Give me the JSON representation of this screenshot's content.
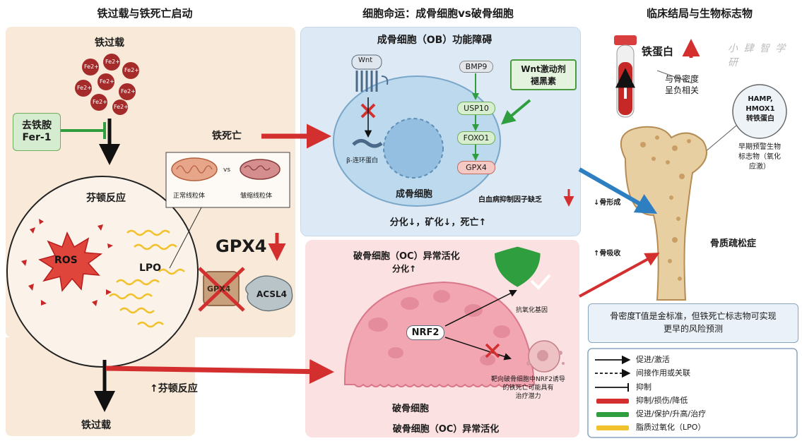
{
  "titles": {
    "left": "铁过载与铁死亡启动",
    "middle": "细胞命运：成骨细胞vs破骨细胞",
    "right": "临床结局与生物标志物"
  },
  "left": {
    "iron_overload_top": "铁过载",
    "fe_label": "Fe2+",
    "inhibitor_line1": "去铁胺",
    "inhibitor_line2": "Fer-1",
    "fenton_title": "芬顿反应",
    "ros": "ROS",
    "lpo": "LPO",
    "normal_mito": "正常线粒体",
    "vs": "vs",
    "shrunk_mito": "皱缩线粒体",
    "ferroptosis": "铁死亡",
    "gpx4_big": "GPX4",
    "gpx4_crossed": "GPX4",
    "acsl4": "ACSL4",
    "fenton_up": "↑芬顿反应",
    "iron_overload_bottom": "铁过载"
  },
  "ob": {
    "title": "成骨细胞（OB）功能障碍",
    "wnt": "Wnt",
    "beta_catenin": "β-连环蛋白",
    "bmp9": "BMP9",
    "usp10": "USP10",
    "foxo1": "FOXO1",
    "gpx4": "GPX4",
    "agonist_line1": "Wnt激动剂",
    "agonist_line2": "褪黑素",
    "cell_label": "成骨细胞",
    "hif": "白血病抑制因子缺乏",
    "bottom": "分化↓，矿化↓，死亡↑"
  },
  "oc": {
    "title": "破骨细胞（OC）异常活化",
    "diff": "分化↑",
    "nrf2": "NRF2",
    "antioxidant": "抗氧化基因",
    "therapy_line1": "靶向破骨细胞中NRF2诱导",
    "therapy_line2": "的铁死亡可能具有",
    "therapy_line3": "治疗潜力",
    "cell_label": "破骨细胞",
    "bottom": "破骨细胞（OC）异常活化"
  },
  "right": {
    "ferritin": "铁蛋白",
    "bmd_line1": "与骨密度",
    "bmd_line2": "呈负相关",
    "hamp_line1": "HAMP,",
    "hamp_line2": "HMOX1",
    "hamp_line3": "转铁蛋白",
    "early_line1": "早期预警生物",
    "early_line2": "标志物（氧化",
    "early_line3": "应激）",
    "bone_formation": "↓骨形成",
    "bone_resorption": "↑骨吸收",
    "osteoporosis": "骨质疏松症",
    "note_line1": "骨密度T值是金标准，但铁死亡标志物可实现",
    "note_line2": "更早的风险预测",
    "watermark": "小 肆 智 学 研"
  },
  "legend": [
    {
      "label": "促进/激活"
    },
    {
      "label": "间接作用或关联"
    },
    {
      "label": "抑制"
    },
    {
      "label": "抑制/损伤/降低",
      "color": "#d32f2f"
    },
    {
      "label": "促进/保护/升高/治疗",
      "color": "#2e9e3e"
    },
    {
      "label": "脂质过氧化（LPO）",
      "color": "#f2c12e"
    }
  ],
  "colors": {
    "red": "#d32f2f",
    "green": "#2e9e3e",
    "blue": "#2e7fc2",
    "yellow": "#f2c12e"
  }
}
